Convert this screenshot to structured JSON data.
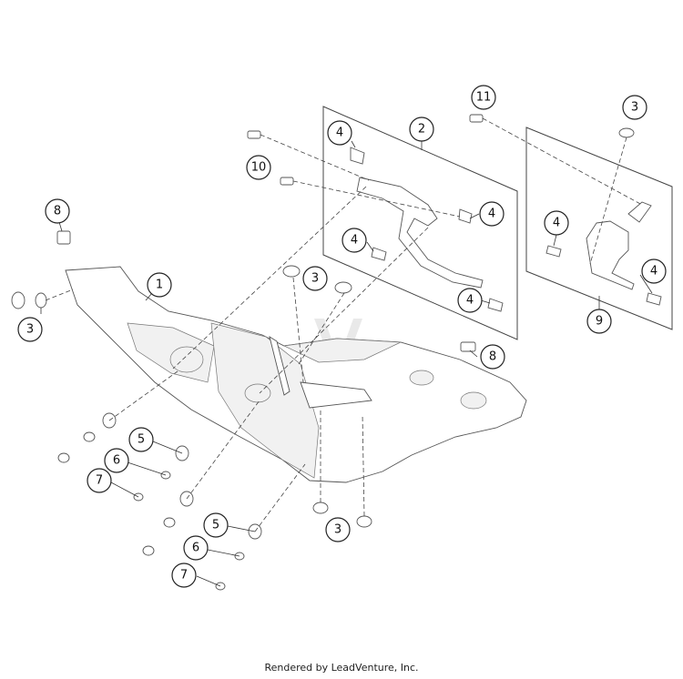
{
  "diagram": {
    "callouts": [
      {
        "id": "c1",
        "label": "1"
      },
      {
        "id": "c2",
        "label": "2"
      },
      {
        "id": "c3a",
        "label": "3"
      },
      {
        "id": "c3b",
        "label": "3"
      },
      {
        "id": "c3c",
        "label": "3"
      },
      {
        "id": "c3d",
        "label": "3"
      },
      {
        "id": "c4a",
        "label": "4"
      },
      {
        "id": "c4b",
        "label": "4"
      },
      {
        "id": "c4c",
        "label": "4"
      },
      {
        "id": "c4d",
        "label": "4"
      },
      {
        "id": "c4e",
        "label": "4"
      },
      {
        "id": "c4f",
        "label": "4"
      },
      {
        "id": "c5a",
        "label": "5"
      },
      {
        "id": "c5b",
        "label": "5"
      },
      {
        "id": "c6a",
        "label": "6"
      },
      {
        "id": "c6b",
        "label": "6"
      },
      {
        "id": "c7a",
        "label": "7"
      },
      {
        "id": "c7b",
        "label": "7"
      },
      {
        "id": "c8a",
        "label": "8"
      },
      {
        "id": "c8b",
        "label": "8"
      },
      {
        "id": "c9",
        "label": "9"
      },
      {
        "id": "c10",
        "label": "10"
      },
      {
        "id": "c11",
        "label": "11"
      }
    ]
  },
  "footer": {
    "text": "Rendered by LeadVenture, Inc."
  }
}
